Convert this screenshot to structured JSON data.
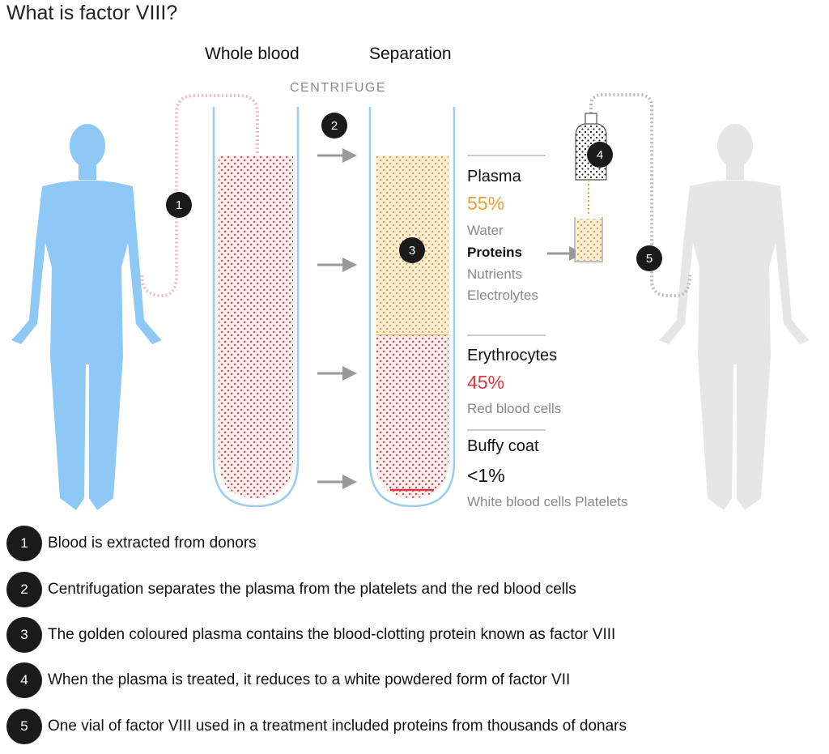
{
  "title": "What is factor VIII?",
  "headers": {
    "whole_blood": "Whole blood",
    "separation": "Separation",
    "centrifuge": "CENTRIFUGE"
  },
  "badges": [
    "1",
    "2",
    "3",
    "4",
    "5"
  ],
  "components": {
    "plasma": {
      "name": "Plasma",
      "percent": "55%",
      "contents": [
        "Water",
        "Proteins",
        "Nutrients",
        "Electrolytes"
      ]
    },
    "erythrocytes": {
      "name": "Erythrocytes",
      "percent": "45%",
      "description": "Red blood cells"
    },
    "buffy_coat": {
      "name": "Buffy coat",
      "percent": "<1%",
      "description": "White blood cells Platelets"
    }
  },
  "colors": {
    "donor": "#8ec9f5",
    "recipient": "#e6e6e6",
    "plasma": "#e8a13a",
    "blood": "#d8383f",
    "tube_outline": "#9ccdf0",
    "badge": "#1a1a1a"
  },
  "steps": [
    {
      "number": "1",
      "text": "Blood is extracted from donors"
    },
    {
      "number": "2",
      "text": "Centrifugation separates the plasma from the platelets and the red blood cells"
    },
    {
      "number": "3",
      "text": "The golden coloured plasma contains the blood-clotting protein known as factor VIII"
    },
    {
      "number": "4",
      "text": "When the plasma is treated, it reduces to a white powdered form of factor VII"
    },
    {
      "number": "5",
      "text": "One vial of factor VIII used in a treatment included proteins from thousands of donars"
    }
  ]
}
